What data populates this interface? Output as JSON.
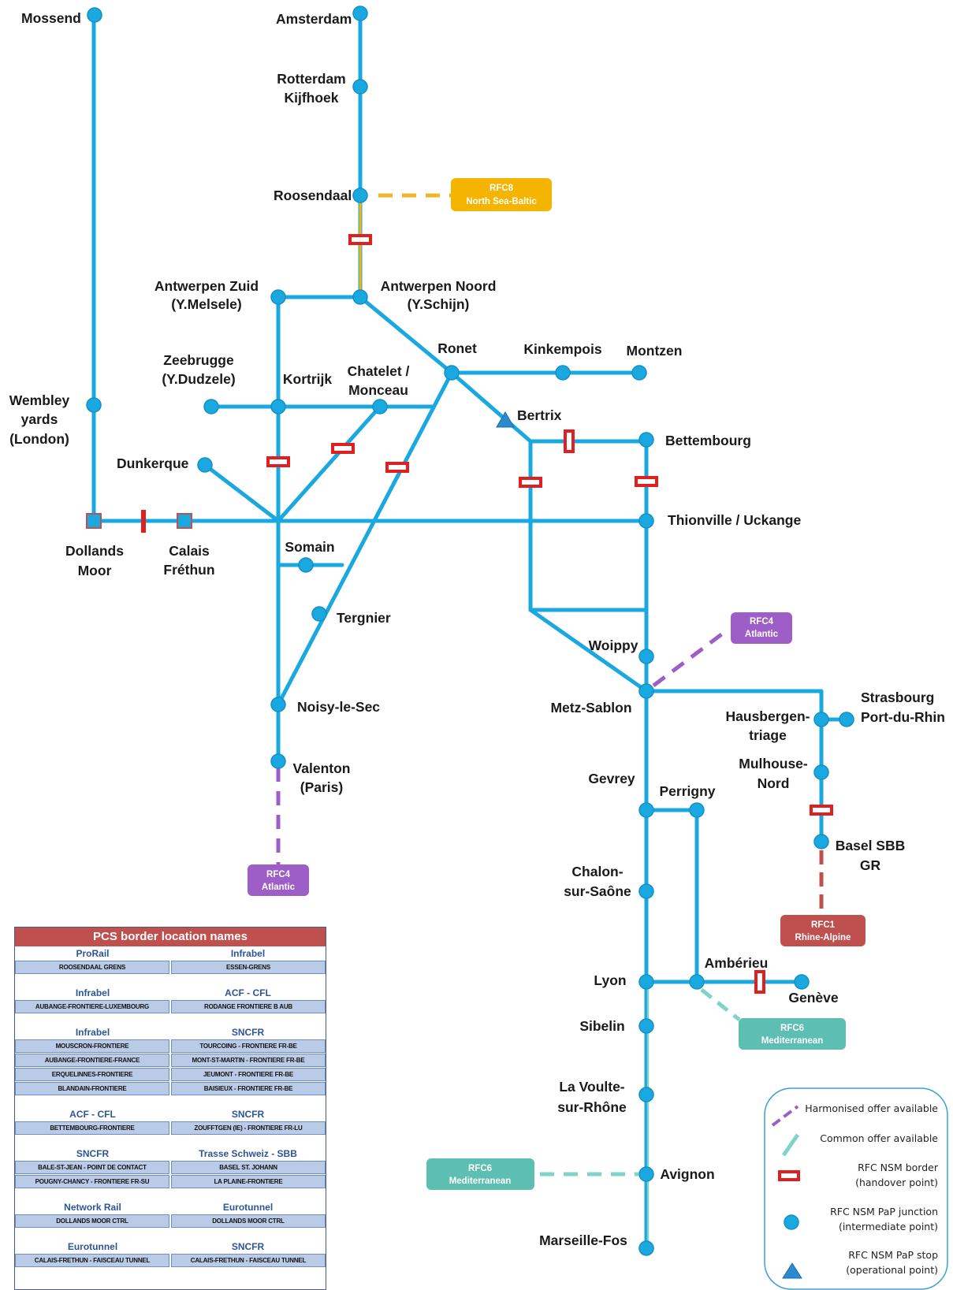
{
  "stations": {
    "mossend": "Mossend",
    "amsterdam": "Amsterdam",
    "rotterdam_1": "Rotterdam",
    "rotterdam_2": "Kijfhoek",
    "roosendaal": "Roosendaal",
    "antwerpen_zuid_1": "Antwerpen Zuid",
    "antwerpen_zuid_2": "(Y.Melsele)",
    "antwerpen_noord_1": "Antwerpen Noord",
    "antwerpen_noord_2": "(Y.Schijn)",
    "ronet": "Ronet",
    "kinkempois": "Kinkempois",
    "montzen": "Montzen",
    "zeebrugge_1": "Zeebrugge",
    "zeebrugge_2": "(Y.Dudzele)",
    "kortrijk": "Kortrijk",
    "chatelet_1": "Chatelet /",
    "chatelet_2": "Monceau",
    "bertrix": "Bertrix",
    "wembley_1": "Wembley",
    "wembley_2": "yards",
    "wembley_3": "(London)",
    "dunkerque": "Dunkerque",
    "bettembourg": "Bettembourg",
    "thionville": "Thionville / Uckange",
    "dollands_1": "Dollands",
    "dollands_2": "Moor",
    "calais_1": "Calais",
    "calais_2": "Fréthun",
    "somain": "Somain",
    "tergnier": "Tergnier",
    "woippy": "Woippy",
    "metz": "Metz-Sablon",
    "noisy": "Noisy-le-Sec",
    "valenton_1": "Valenton",
    "valenton_2": "(Paris)",
    "strasbourg_1": "Strasbourg",
    "strasbourg_2": "Port-du-Rhin",
    "hausbergen_1": "Hausbergen-",
    "hausbergen_2": "triage",
    "mulhouse_1": "Mulhouse-",
    "mulhouse_2": "Nord",
    "gevrey": "Gevrey",
    "perrigny": "Perrigny",
    "basel_1": "Basel SBB",
    "basel_2": "GR",
    "chalon_1": "Chalon-",
    "chalon_2": "sur-Saône",
    "amberieu": "Ambérieu",
    "lyon": "Lyon",
    "geneve": "Genève",
    "sibelin": "Sibelin",
    "lavoulte_1": "La Voulte-",
    "lavoulte_2": "sur-Rhône",
    "avignon": "Avignon",
    "marseille": "Marseille-Fos"
  },
  "corridors": {
    "rfc8": {
      "line1": "RFC8",
      "line2": "North Sea-Baltic",
      "color": "#f5b400"
    },
    "rfc4_east": {
      "line1": "RFC4",
      "line2": "Atlantic",
      "color": "#9d5fc7"
    },
    "rfc4_paris": {
      "line1": "RFC4",
      "line2": "Atlantic",
      "color": "#9d5fc7"
    },
    "rfc1": {
      "line1": "RFC1",
      "line2": "Rhine-Alpine",
      "color": "#c0504d"
    },
    "rfc6_amberieu": {
      "line1": "RFC6",
      "line2": "Mediterranean",
      "color": "#5dbfb2"
    },
    "rfc6_avignon": {
      "line1": "RFC6",
      "line2": "Mediterranean",
      "color": "#5dbfb2"
    }
  },
  "legend": {
    "harmonised": "Harmonised offer available",
    "common": "Common offer available",
    "border_1": "RFC NSM border",
    "border_2": "(handover point)",
    "junction_1": "RFC NSM PaP junction",
    "junction_2": "(intermediate point)",
    "stop_1": "RFC NSM PaP stop",
    "stop_2": "(operational point)"
  },
  "colors": {
    "line": "#1aa8e0",
    "node": "#1aa8e0",
    "border_marker": "#e02020",
    "stop_marker": "#2a8acd"
  },
  "pcs_table": {
    "title": "PCS border location names",
    "groups": [
      {
        "left": "ProRail",
        "right": "Infrabel",
        "rows": [
          [
            "ROOSENDAAL GRENS",
            "ESSEN-GRENS"
          ]
        ]
      },
      {
        "left": "Infrabel",
        "right": "ACF - CFL",
        "rows": [
          [
            "AUBANGE-FRONTIERE-LUXEMBOURG",
            "RODANGE FRONTIERE B AUB"
          ]
        ]
      },
      {
        "left": "Infrabel",
        "right": "SNCFR",
        "rows": [
          [
            "MOUSCRON-FRONTIERE",
            "TOURCOING - FRONTIERE FR-BE"
          ],
          [
            "AUBANGE-FRONTIERE-FRANCE",
            "MONT-ST-MARTIN - FRONTIERE FR-BE"
          ],
          [
            "ERQUELINNES-FRONTIERE",
            "JEUMONT - FRONTIERE FR-BE"
          ],
          [
            "BLANDAIN-FRONTIERE",
            "BAISIEUX - FRONTIERE FR-BE"
          ]
        ]
      },
      {
        "left": "ACF - CFL",
        "right": "SNCFR",
        "rows": [
          [
            "BETTEMBOURG-FRONTIERE",
            "ZOUFFTGEN (IE) - FRONTIERE FR-LU"
          ]
        ]
      },
      {
        "left": "SNCFR",
        "right": "Trasse Schweiz - SBB",
        "rows": [
          [
            "BALE-ST-JEAN - POINT DE CONTACT",
            "BASEL ST. JOHANN"
          ],
          [
            "POUGNY-CHANCY - FRONTIERE FR-SU",
            "LA PLAINE-FRONTIERE"
          ]
        ]
      },
      {
        "left": "Network Rail",
        "right": "Eurotunnel",
        "rows": [
          [
            "DOLLANDS MOOR CTRL",
            "DOLLANDS MOOR CTRL"
          ]
        ]
      },
      {
        "left": "Eurotunnel",
        "right": "SNCFR",
        "rows": [
          [
            "CALAIS-FRETHUN - FAISCEAU TUNNEL",
            "CALAIS-FRETHUN - FAISCEAU TUNNEL"
          ]
        ]
      }
    ]
  }
}
